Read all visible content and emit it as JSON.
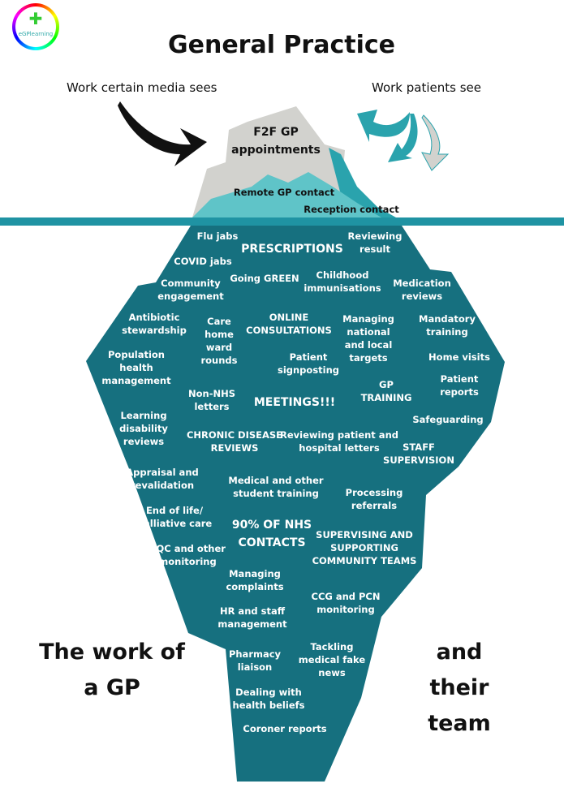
{
  "logo": {
    "text": "eGPlearning"
  },
  "title": "General Practice",
  "labels": {
    "media": "Work certain media sees",
    "patients": "Work patients see"
  },
  "above_water": [
    "F2F GP\nappointments",
    "Remote GP contact",
    "Reception contact"
  ],
  "below_water": [
    "Flu jabs",
    "PRESCRIPTIONS",
    "Reviewing\nresult",
    "COVID jabs",
    "Community\nengagement",
    "Going GREEN",
    "Childhood\nimmunisations",
    "Medication\nreviews",
    "Antibiotic\nstewardship",
    "Care\nhome\nward\nrounds",
    "ONLINE\nCONSULTATIONS",
    "Managing\nnational\nand local\ntargets",
    "Mandatory\ntraining",
    "Population\nhealth\nmanagement",
    "Patient\nsignposting",
    "Home visits",
    "Patient\nreports",
    "GP\nTRAINING",
    "Non-NHS\nletters",
    "MEETINGS!!!",
    "Learning\ndisability\nreviews",
    "Safeguarding",
    "CHRONIC DISEASE\nREVIEWS",
    "Reviewing patient and\nhospital letters",
    "STAFF\nSUPERVISION",
    "Appraisal and\nrevalidation",
    "Medical and other\nstudent training",
    "Processing\nreferrals",
    "End of life/\npalliative care",
    "90% OF NHS\nCONTACTS",
    "CQC and other\nmonitoring",
    "SUPERVISING AND\nSUPPORTING\nCOMMUNITY TEAMS",
    "Managing\ncomplaints",
    "CCG and PCN\nmonitoring",
    "HR and staff\nmanagement",
    "Pharmacy\nliaison",
    "Tackling\nmedical fake\nnews",
    "Dealing with\nhealth beliefs",
    "Coroner reports"
  ],
  "side_left": "The work of\na GP",
  "side_right": "and their\nteam",
  "colors": {
    "water": "#1f93a3",
    "ice_deep": "#16707f",
    "ice_gray": "#d2d2ce",
    "ice_teal": "#5fc4c8",
    "ice_teal_dark": "#2aa3ad"
  }
}
